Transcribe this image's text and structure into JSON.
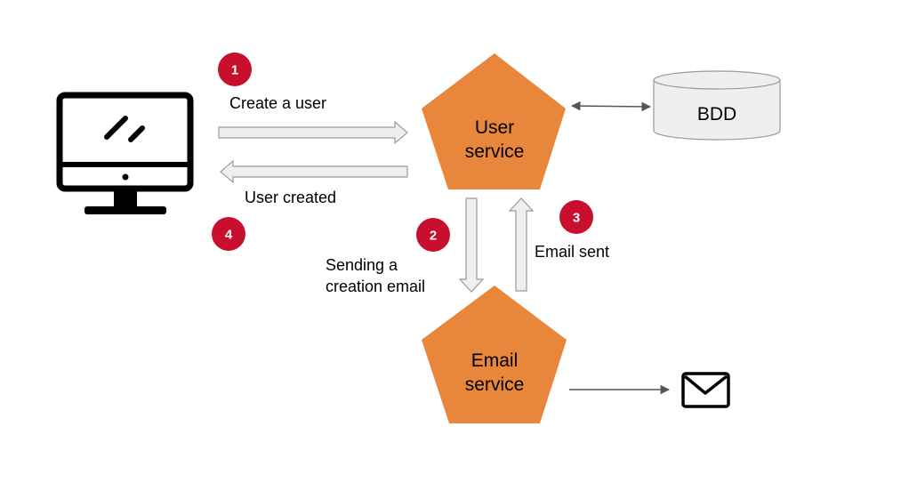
{
  "steps": [
    {
      "number": "1",
      "label": "Create a user"
    },
    {
      "number": "2",
      "label_line1": "Sending a",
      "label_line2": "creation email"
    },
    {
      "number": "3",
      "label": "Email sent"
    },
    {
      "number": "4",
      "label": "User created"
    }
  ],
  "nodes": {
    "user_service": {
      "line1": "User",
      "line2": "service"
    },
    "email_service": {
      "line1": "Email",
      "line2": "service"
    },
    "database": {
      "label": "BDD"
    }
  },
  "icons": {
    "client": "desktop-computer-icon",
    "email": "envelope-icon"
  },
  "colors": {
    "service_fill": "#E8873C",
    "badge_fill": "#C8102E",
    "arrow_fill": "#EFEFEF",
    "arrow_stroke": "#9A9A9A",
    "db_fill": "#EFEFEF"
  }
}
